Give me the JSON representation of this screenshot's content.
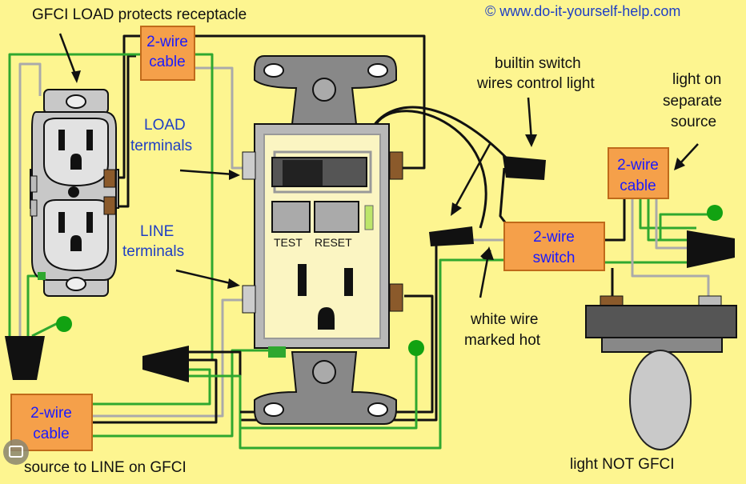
{
  "labels": {
    "top_left": "GFCI LOAD protects receptacle",
    "copyright": "© www.do-it-yourself-help.com",
    "load_line1": "LOAD",
    "load_line2": "terminals",
    "line_line1": "LINE",
    "line_line2": "terminals",
    "builtin_line1": "builtin switch",
    "builtin_line2": "wires control light",
    "light_sep_1": "light on",
    "light_sep_2": "separate",
    "light_sep_3": "source",
    "white_wire_1": "white wire",
    "white_wire_2": "marked hot",
    "source_to_line": "source to LINE on GFCI",
    "light_not_gfci": "light NOT GFCI",
    "test": "TEST",
    "reset": "RESET"
  },
  "boxes": {
    "top_cable_1": "2-wire",
    "top_cable_2": "cable",
    "right_cable_1": "2-wire",
    "right_cable_2": "cable",
    "switch_1": "2-wire",
    "switch_2": "switch",
    "bottom_cable_1": "2-wire",
    "bottom_cable_2": "cable"
  },
  "colors": {
    "background": "#fdf590",
    "label_box": "#f5a04a",
    "wire_black": "#111111",
    "wire_white": "#aaaaaa",
    "wire_ground": "#2fa82f",
    "blue_text": "#1f3fc4"
  }
}
